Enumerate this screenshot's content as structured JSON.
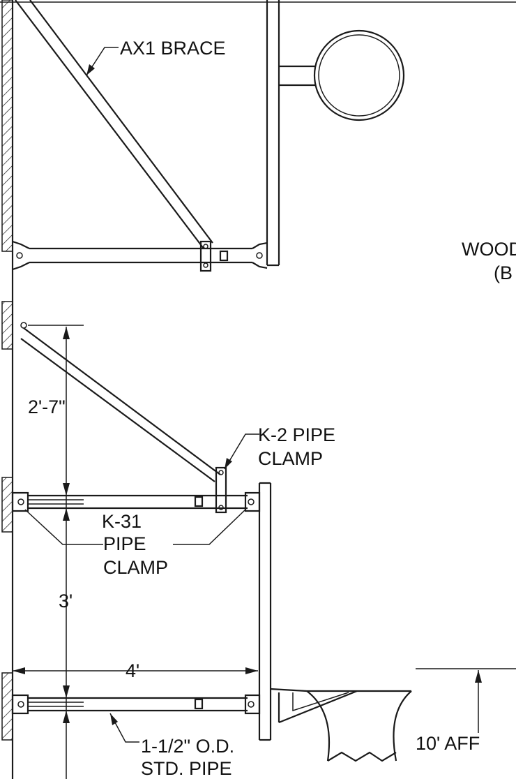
{
  "labels": {
    "ax1_brace": "AX1 BRACE",
    "wood_1": "WOOD",
    "wood_2": "(B",
    "dim_2_7": "2'-7\"",
    "k2_line1": "K-2 PIPE",
    "k2_line2": "CLAMP",
    "k31_line1": "K-31",
    "k31_line2": "PIPE",
    "k31_line3": "CLAMP",
    "dim_3": "3'",
    "dim_4": "4'",
    "pipe_line1": "1-1/2\" O.D.",
    "pipe_line2": "STD. PIPE",
    "aff": "10' AFF"
  },
  "colors": {
    "line": "#1a1a1a",
    "background": "#ffffff"
  }
}
